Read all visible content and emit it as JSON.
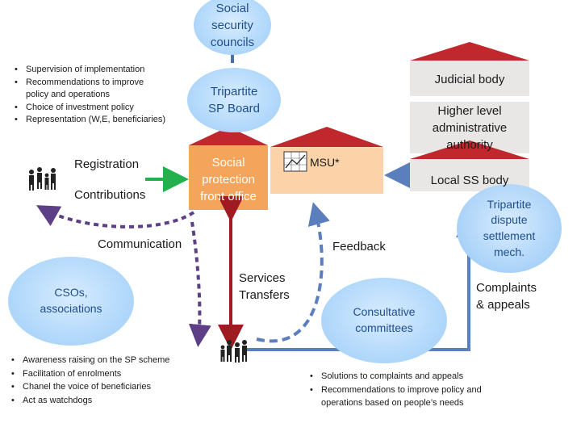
{
  "social_security_councils": "Social\nsecurity\ncouncils",
  "council_functions": [
    "Supervision of implementation",
    "Recommendations to improve\npolicy and operations",
    "Choice of investment policy",
    "Representation (W,E, beneficiaries)"
  ],
  "tripartite_sp_board": "Tripartite\nSP Board",
  "judicial_body": "Judicial body",
  "higher_level_authority": "Higher level\nadministrative\nauthority",
  "registration": "Registration",
  "contributions": "Contributions",
  "social_protection_front_office": "Social\nprotection\nfront office",
  "msu": "MSU*",
  "local_ss_body": "Local SS body",
  "tripartite_dispute": "Tripartite\ndispute\nsettlement\nmech.",
  "communication": "Communication",
  "feedback": "Feedback",
  "services_transfers": "Services\nTransfers",
  "complaints_appeals": "Complaints\n& appeals",
  "csos_associations": "CSOs,\nassociations",
  "consultative_committees": "Consultative\ncommittees",
  "cso_functions": [
    "Awareness raising on the SP scheme",
    "Facilitation of enrolments",
    "Chanel the voice of beneficiaries",
    "Act as watchdogs"
  ],
  "committee_functions": [
    "Solutions to complaints and appeals",
    "Recommendations to improve policy and\noperations based on people’s needs"
  ],
  "colors": {
    "ellipse_blue": "#b3d9fb",
    "ellipse_text": "#1f4e8c",
    "roof_red": "#c0282d",
    "front_office_orange": "#f5a55b",
    "msu_peach": "#fcd3a8",
    "grey_box": "#e9e6e6",
    "arrow_green": "#22b14c",
    "arrow_red": "#a01a22",
    "arrow_blue": "#5b7fbd",
    "arrow_purple": "#5c3f86"
  }
}
